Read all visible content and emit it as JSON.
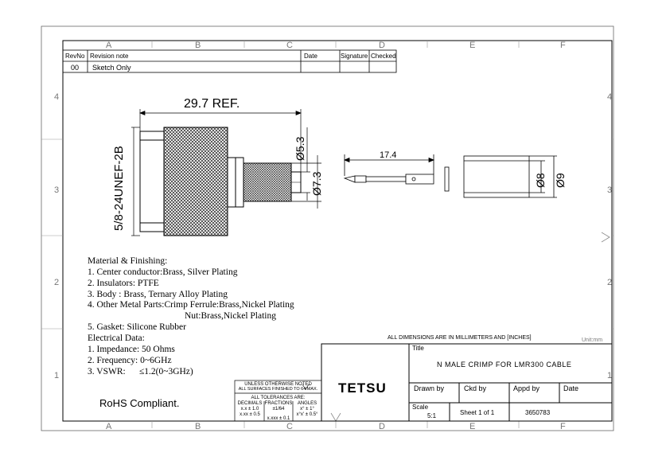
{
  "grid": {
    "columns": [
      "A",
      "B",
      "C",
      "D",
      "E",
      "F"
    ],
    "rows": [
      "4",
      "3",
      "2",
      "1"
    ]
  },
  "revision_table": {
    "headers": {
      "revno": "RevNo",
      "note": "Revision note",
      "date": "Date",
      "signature": "Signature",
      "checked": "Checked"
    },
    "rows": [
      {
        "revno": "00",
        "note": "Sketch Only",
        "date": "",
        "signature": "",
        "checked": ""
      }
    ]
  },
  "drawing": {
    "length_ref": "29.7 REF.",
    "thread": "5/8-24UNEF-2B",
    "dia_small": "Ø5.3",
    "dia_ferrule": "Ø7.3",
    "pin_length": "17.4",
    "dia_crimp_inner": "Ø8",
    "dia_crimp_outer": "Ø9"
  },
  "notes": {
    "material_heading": "Material & Finishing:",
    "material_items": [
      "1. Center conductor:Brass, Silver Plating",
      "2. Insulators: PTFE",
      "3. Body : Brass, Ternary Alloy Plating",
      "4. Other Metal Parts:Crimp Ferrule:Brass,Nickel Plating",
      "Nut:Brass,Nickel Plating",
      "5. Gasket: Silicone Rubber"
    ],
    "electrical_heading": "Electrical Data:",
    "electrical_items": [
      "1. Impedance: 50 Ohms",
      "2. Frequency: 0~6GHz",
      "3. VSWR:      ≤1.2(0~3GHz)"
    ],
    "rohs": "RoHS Compliant."
  },
  "tolerance_block": {
    "line1": "UNLESS OTHERWISE NOTED",
    "line2": "ALL SURFACES FINISHED TO 64/MAX.",
    "line3": "ALL TOLERANCES ARE:",
    "col_decimals": "DECIMALS",
    "col_fractions": "FRACTIONS",
    "col_angles": "ANGLES",
    "dec1": "x.x ± 1.0",
    "dec2": "x.xx ± 0.5",
    "dec3": "x.xxx ± 0.1",
    "frac1": "±1/64",
    "ang1": "x° ± 1°",
    "ang2": "x°x' ± 0.5°"
  },
  "title_block": {
    "dimensions_note": "ALL DIMENSIONS ARE IN MILLIMETERS AND [INCHES]",
    "unit": "Unit:mm",
    "title_label": "Title",
    "title": "N MALE CRIMP FOR LMR300 CABLE",
    "company": "TETSU",
    "drawn_by": "Drawn by",
    "ckd_by": "Ckd by",
    "appd_by": "Appd by",
    "date": "Date",
    "scale_label": "Scale",
    "scale": "5:1",
    "sheet": "Sheet 1 of 1",
    "part_no": "3650783"
  }
}
